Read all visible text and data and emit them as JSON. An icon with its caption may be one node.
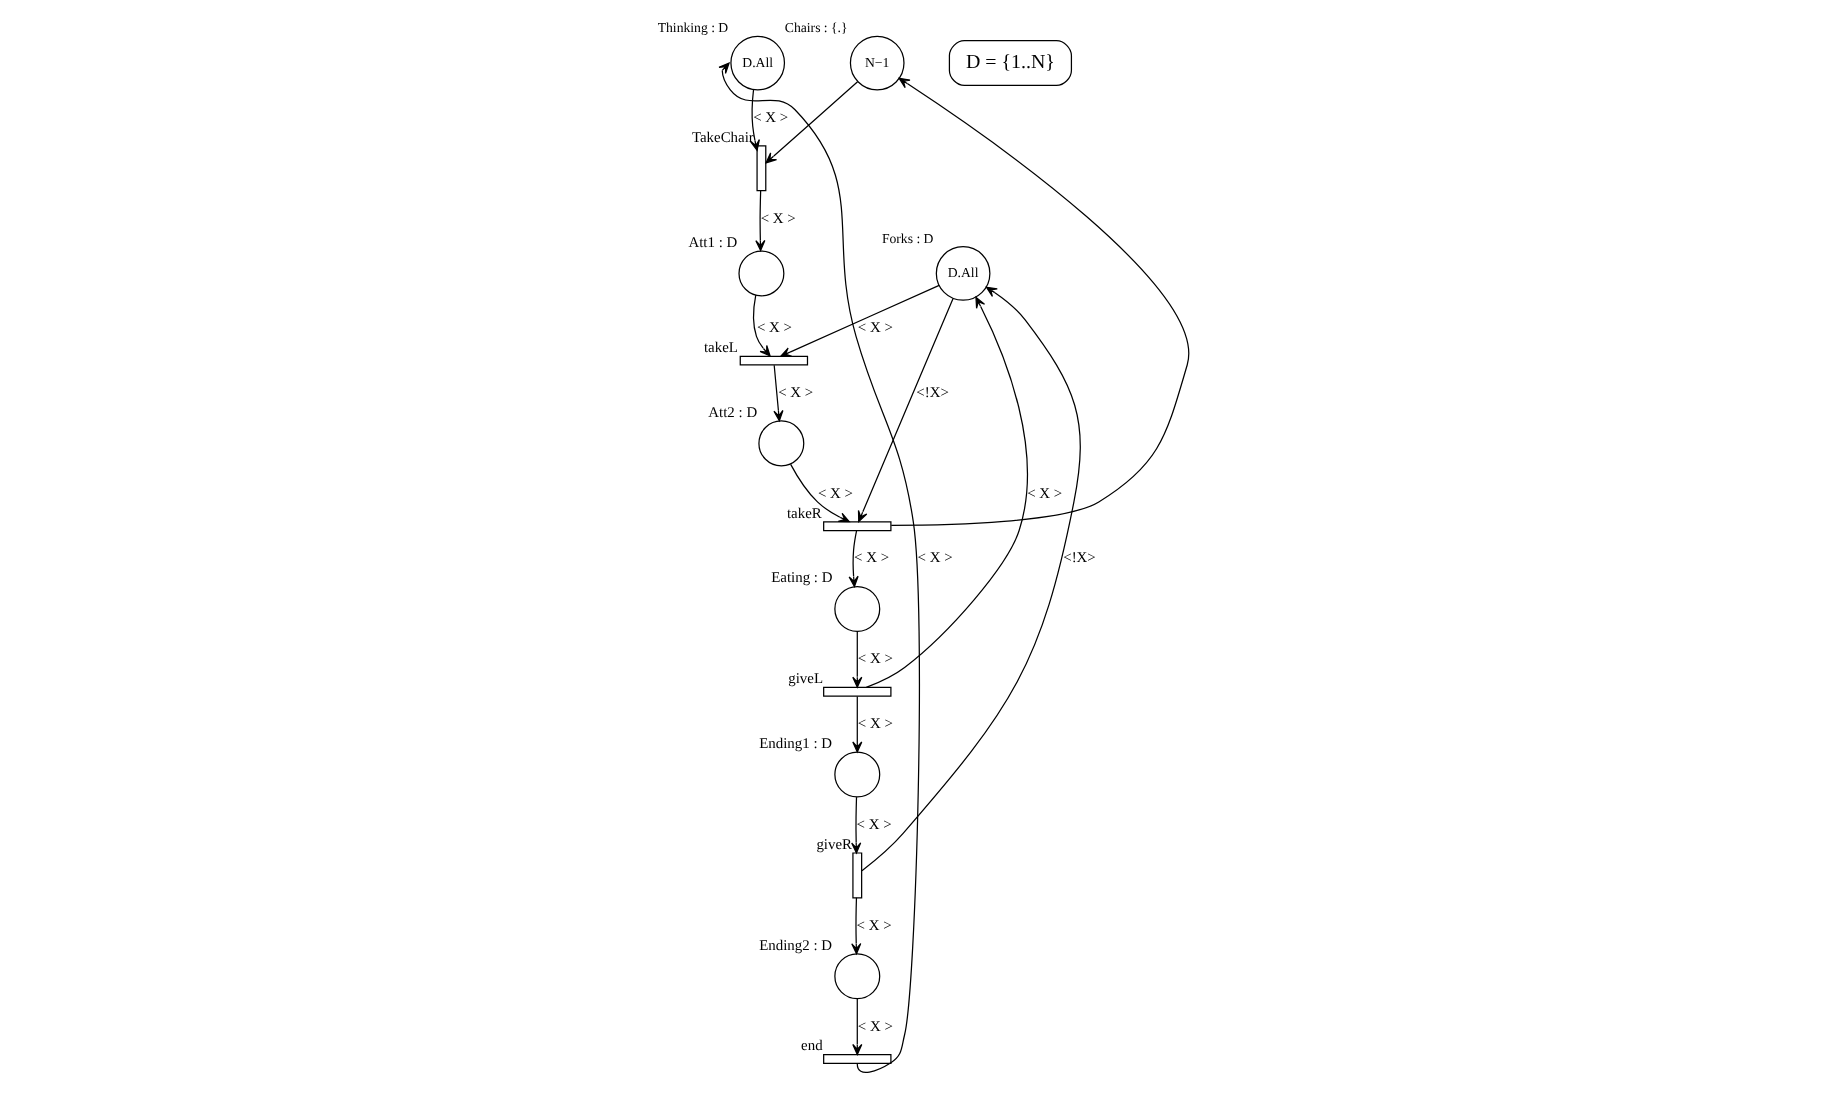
{
  "diagram": {
    "nodes": [
      {
        "text": [
          "D.All"
        ],
        "beside": [
          "Thinking : D"
        ]
      },
      {
        "text": [],
        "shape": "bar",
        "beside": [
          "TakeChair"
        ]
      },
      {
        "text": [],
        "shape": "circle",
        "beside": [
          "Att1 : D"
        ]
      },
      {
        "text": [
          "N−1"
        ],
        "beside": [
          "Chairs : {.}"
        ]
      },
      {
        "text": [],
        "shape": "bar",
        "beside": [
          "takeL"
        ]
      },
      {
        "text": [],
        "shape": "circle",
        "beside": [
          "Att2 : D"
        ]
      },
      {
        "text": [
          "D.All"
        ],
        "beside": [
          "Forks : D"
        ]
      },
      {
        "text": [],
        "shape": "bar",
        "beside": [
          "takeR"
        ]
      },
      {
        "text": [],
        "shape": "circle",
        "beside": [
          "Eating : D"
        ]
      },
      {
        "text": [],
        "shape": "bar",
        "beside": [
          "giveL"
        ]
      },
      {
        "text": [],
        "shape": "circle",
        "beside": [
          "Ending1 : D"
        ]
      },
      {
        "text": [],
        "shape": "bar",
        "beside": [
          "giveR"
        ]
      },
      {
        "text": [],
        "shape": "circle",
        "beside": [
          "Ending2 : D"
        ]
      },
      {
        "text": [],
        "shape": "bar",
        "beside": [
          "end"
        ]
      },
      {
        "text": [
          "D = {1..N}"
        ]
      }
    ],
    "edges": [
      {
        "from": 0,
        "to": 1,
        "arrow": "to",
        "label": "< X >"
      },
      {
        "from": 3,
        "to": 1,
        "arrow": "to"
      },
      {
        "from": 1,
        "to": 2,
        "arrow": "to",
        "label": "< X >"
      },
      {
        "from": 2,
        "to": 4,
        "arrow": "to",
        "label": "< X >"
      },
      {
        "from": 6,
        "to": 4,
        "arrow": "to",
        "label": "< X >"
      },
      {
        "from": 4,
        "to": 5,
        "arrow": "to",
        "label": "< X >"
      },
      {
        "from": 5,
        "to": 7,
        "arrow": "to",
        "label": "< X >"
      },
      {
        "from": 6,
        "to": 7,
        "arrow": "to",
        "label": "<!X>"
      },
      {
        "from": 7,
        "to": 3,
        "arrow": "to"
      },
      {
        "from": 7,
        "to": 8,
        "arrow": "to",
        "label": "< X >"
      },
      {
        "from": 8,
        "to": 9,
        "arrow": "to",
        "label": "< X >"
      },
      {
        "from": 9,
        "to": 10,
        "arrow": "to",
        "label": "< X >"
      },
      {
        "from": 9,
        "to": 6,
        "arrow": "to",
        "label": "< X >"
      },
      {
        "from": 10,
        "to": 11,
        "arrow": "to",
        "label": "< X >"
      },
      {
        "from": 11,
        "to": 12,
        "arrow": "to",
        "label": "< X >"
      },
      {
        "from": 11,
        "to": 6,
        "arrow": "to",
        "label": "<!X>"
      },
      {
        "from": 12,
        "to": 13,
        "arrow": "to",
        "label": "< X >"
      },
      {
        "from": 13,
        "to": 0,
        "arrow": "to",
        "label": "< X >"
      }
    ]
  }
}
